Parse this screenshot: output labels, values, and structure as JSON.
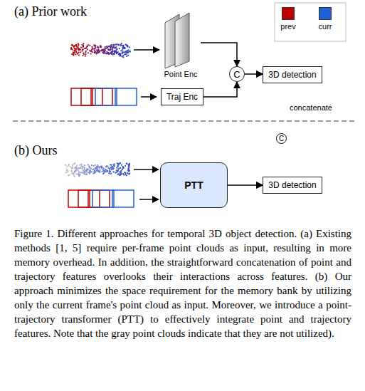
{
  "diagram": {
    "caption": "Figure 1. Different approaches for temporal 3D object detection. (a) Existing methods [1, 5] require per-frame point clouds as input, resulting in more memory overhead. In addition, the straightforward concatenation of point and trajectory features overlooks their interactions across features. (b) Our approach minimizes the space requirement for the memory bank by utilizing only the current frame's point cloud as input. Moreover, we introduce a point-trajectory transformer (PTT) to effectively integrate point and trajectory features. Note that the gray point clouds indicate that they are not utilized).",
    "nodes": [
      {
        "text": [
          "Point Enc"
        ]
      },
      {
        "text": [
          "C"
        ]
      },
      {
        "text": [
          "3D detection"
        ]
      },
      {
        "text": [
          "Traj Enc"
        ]
      },
      {
        "text": [
          "PTT"
        ]
      },
      {
        "text": [
          "3D detection"
        ]
      }
    ],
    "edges": [
      {
        "from": 0,
        "to": 1,
        "arrow": "to"
      },
      {
        "from": 3,
        "to": 1,
        "arrow": "to"
      },
      {
        "from": 1,
        "to": 2,
        "arrow": "to"
      },
      {
        "from": 4,
        "to": 5,
        "arrow": "to"
      }
    ],
    "labels": [
      "(a) Prior work",
      "(b) Ours",
      "C"
    ],
    "legend": [
      {
        "text": "prev",
        "color": "#c00000"
      },
      {
        "text": "curr",
        "color": "#1f5fd6"
      },
      {
        "text": "concatenate"
      }
    ]
  }
}
